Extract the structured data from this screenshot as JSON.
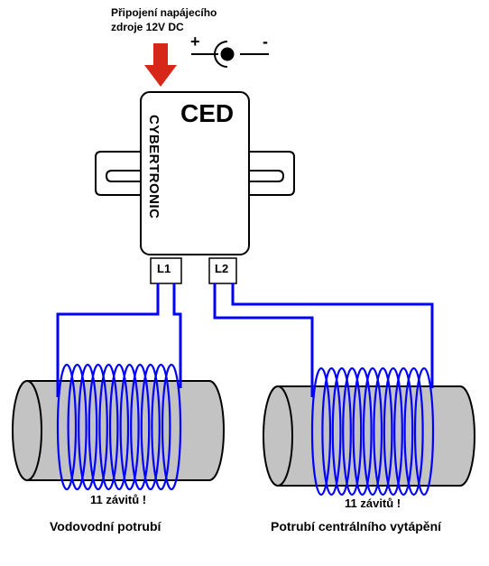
{
  "power": {
    "caption_line1": "Připojení napájecího",
    "caption_line2": "zdroje 12V DC",
    "plus": "+",
    "minus": "-"
  },
  "device": {
    "title": "CED",
    "brand": "CYBERTRONIC",
    "terminal_left": "L1",
    "terminal_right": "L2"
  },
  "coils": {
    "left_turns": "11 závitů !",
    "right_turns": "11 závitů !"
  },
  "pipes": {
    "left_label": "Vodovodní potrubí",
    "right_label": "Potrubí centrálního vytápění"
  },
  "colors": {
    "arrow": "#d62718",
    "wire": "#0000ff",
    "pipe_fill": "#c3c3c3",
    "outline": "#000000"
  }
}
